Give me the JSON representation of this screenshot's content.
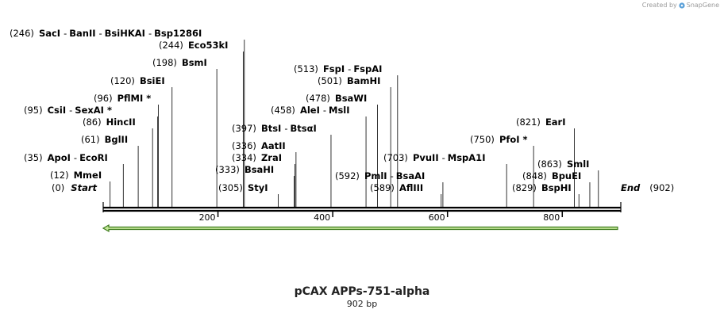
{
  "credit": {
    "prefix": "Created by",
    "brand": "SnapGene",
    "logo_icon": "snapgene-logo-icon"
  },
  "sequence": {
    "name": "pCAX APPs-751-alpha",
    "length_text": "902 bp",
    "length": 902
  },
  "ruler_ticks": [
    {
      "value": 200,
      "label": "200"
    },
    {
      "value": 400,
      "label": "400"
    },
    {
      "value": 600,
      "label": "600"
    },
    {
      "value": 800,
      "label": "800"
    }
  ],
  "ends": {
    "start_label": "Start",
    "start_pos": "(0)",
    "end_label": "End",
    "end_pos": "(902)"
  },
  "feature": {
    "name": "reverse-arrow-feature",
    "start": 0,
    "end": 902,
    "direction": "reverse",
    "fill": "#c5e89a",
    "stroke": "#3c7a1a"
  },
  "colors": {
    "backbone": "#000000",
    "leader": "#000000"
  },
  "sites": [
    {
      "pos_text": "(12)",
      "pos": 12,
      "names": [
        "MmeI"
      ]
    },
    {
      "pos_text": "(35)",
      "pos": 35,
      "names": [
        "ApoI",
        "EcoRI"
      ]
    },
    {
      "pos_text": "(61)",
      "pos": 61,
      "names": [
        "BglII"
      ]
    },
    {
      "pos_text": "(86)",
      "pos": 86,
      "names": [
        "HincII"
      ]
    },
    {
      "pos_text": "(95)",
      "pos": 95,
      "names": [
        "CsiI",
        "SexAI *"
      ]
    },
    {
      "pos_text": "(96)",
      "pos": 96,
      "names": [
        "PflMI *"
      ]
    },
    {
      "pos_text": "(120)",
      "pos": 120,
      "names": [
        "BsiEI"
      ]
    },
    {
      "pos_text": "(198)",
      "pos": 198,
      "names": [
        "BsmI"
      ]
    },
    {
      "pos_text": "(244)",
      "pos": 244,
      "names": [
        "Eco53kI"
      ]
    },
    {
      "pos_text": "(246)",
      "pos": 246,
      "names": [
        "SacI",
        "BanII",
        "BsiHKAI",
        "Bsp1286I"
      ]
    },
    {
      "pos_text": "(305)",
      "pos": 305,
      "names": [
        "StyI"
      ]
    },
    {
      "pos_text": "(333)",
      "pos": 333,
      "names": [
        "BsaHI"
      ]
    },
    {
      "pos_text": "(334)",
      "pos": 334,
      "names": [
        "ZraI"
      ]
    },
    {
      "pos_text": "(336)",
      "pos": 336,
      "names": [
        "AatII"
      ]
    },
    {
      "pos_text": "(397)",
      "pos": 397,
      "names": [
        "BtsI",
        "BtsαI"
      ]
    },
    {
      "pos_text": "(458)",
      "pos": 458,
      "names": [
        "AleI",
        "MslI"
      ]
    },
    {
      "pos_text": "(478)",
      "pos": 478,
      "names": [
        "BsaWI"
      ]
    },
    {
      "pos_text": "(501)",
      "pos": 501,
      "names": [
        "BamHI"
      ]
    },
    {
      "pos_text": "(513)",
      "pos": 513,
      "names": [
        "FspI",
        "FspAI"
      ]
    },
    {
      "pos_text": "(589)",
      "pos": 589,
      "names": [
        "AflIII"
      ]
    },
    {
      "pos_text": "(592)",
      "pos": 592,
      "names": [
        "PmlI",
        "BsaAI"
      ]
    },
    {
      "pos_text": "(703)",
      "pos": 703,
      "names": [
        "PvuII",
        "MspA1I"
      ]
    },
    {
      "pos_text": "(750)",
      "pos": 750,
      "names": [
        "PfoI *"
      ]
    },
    {
      "pos_text": "(821)",
      "pos": 821,
      "names": [
        "EarI"
      ]
    },
    {
      "pos_text": "(829)",
      "pos": 829,
      "names": [
        "BspHI"
      ]
    },
    {
      "pos_text": "(848)",
      "pos": 848,
      "names": [
        "BpuEI"
      ]
    },
    {
      "pos_text": "(863)",
      "pos": 863,
      "names": [
        "SmlI"
      ]
    }
  ]
}
